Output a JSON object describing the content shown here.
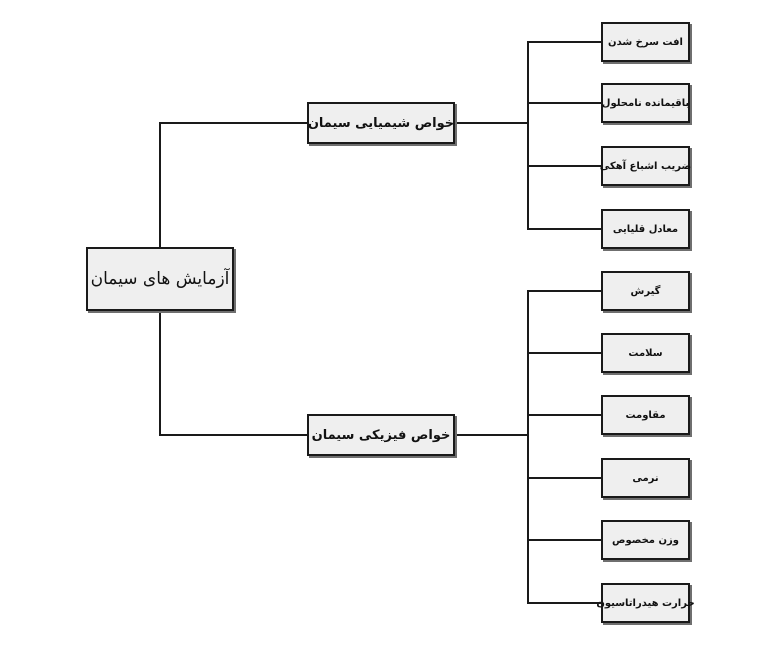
{
  "diagram": {
    "root": {
      "label": "آزمایش های سیمان"
    },
    "branches": [
      {
        "label": "خواص شیمیایی سیمان",
        "children": [
          "افت سرخ شدن",
          "باقیمانده نامحلول",
          "ضریب اشباع آهکی",
          "معادل قلیایی"
        ]
      },
      {
        "label": "خواص فیزیکی سیمان",
        "children": [
          "گیرش",
          "سلامت",
          "مقاومت",
          "نرمی",
          "وزن مخصوص",
          "حرارت هیدراتاسیون"
        ]
      }
    ]
  }
}
